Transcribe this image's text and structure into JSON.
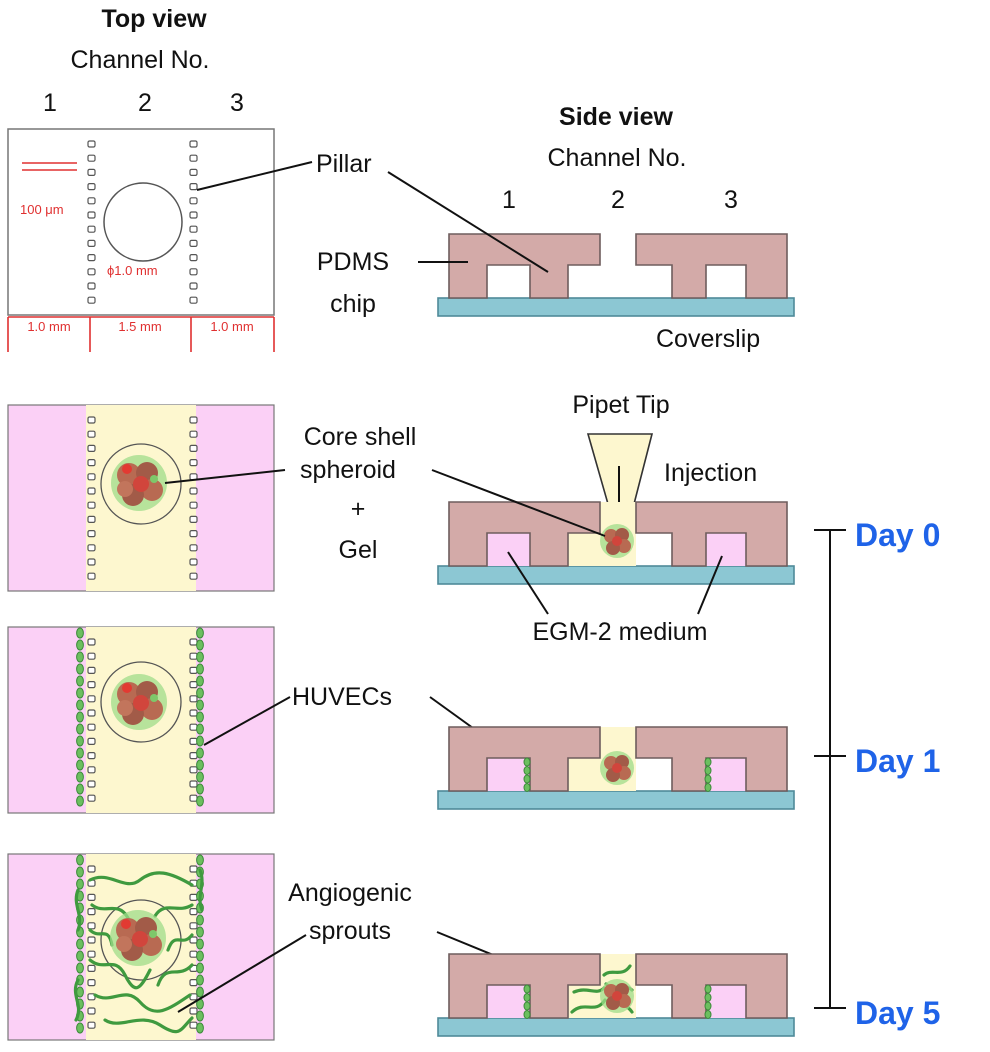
{
  "top_view": {
    "title": "Top view",
    "channel_heading": "Channel No.",
    "channels": [
      "1",
      "2",
      "3"
    ],
    "pillar_gap": "100 μm",
    "hole_diameter": "ϕ1.0 mm",
    "widths": [
      "1.0 mm",
      "1.5 mm",
      "1.0 mm"
    ]
  },
  "side_view": {
    "title": "Side view",
    "channel_heading": "Channel No.",
    "channels": [
      "1",
      "2",
      "3"
    ]
  },
  "labels": {
    "pillar": "Pillar",
    "pdms_1": "PDMS",
    "pdms_2": "chip",
    "coverslip": "Coverslip",
    "core_shell_1": "Core shell",
    "core_shell_2": "spheroid",
    "plus": "+",
    "gel": "Gel",
    "pipet_tip": "Pipet Tip",
    "injection": "Injection",
    "medium": "EGM-2 medium",
    "huvecs": "HUVECs",
    "sprouts_1": "Angiogenic",
    "sprouts_2": "sprouts"
  },
  "timeline": [
    "Day 0",
    "Day 1",
    "Day 5"
  ],
  "colors": {
    "pdms": "#d3aaa8",
    "coverslip": "#8cc7d3",
    "gel": "#fdf7cf",
    "medium": "#fbd0f6",
    "cells": "#6cbf5f",
    "dimension": "#e03030",
    "day_label": "#1f63e8"
  }
}
